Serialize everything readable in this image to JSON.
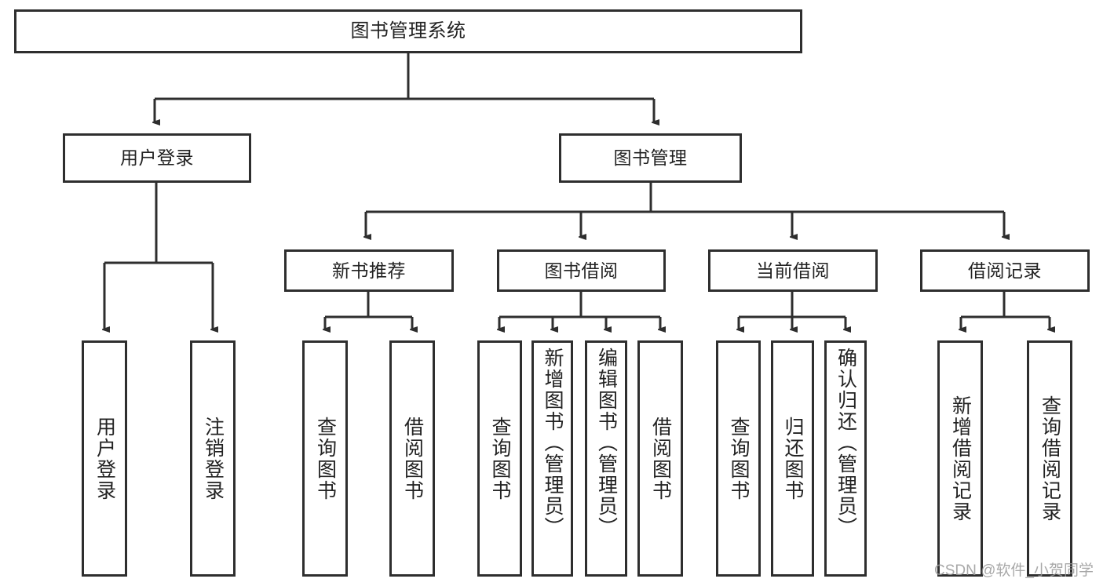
{
  "diagram": {
    "type": "tree",
    "title": "图书管理系统",
    "orientation": "top-down",
    "line_color": "#2e2e2e",
    "box_fill": "#ffffff",
    "text_color": "#222222"
  },
  "root": {
    "label": "图书管理系统"
  },
  "level2": [
    {
      "label": "用户登录"
    },
    {
      "label": "图书管理"
    }
  ],
  "level3": [
    {
      "label": "新书推荐"
    },
    {
      "label": "图书借阅"
    },
    {
      "label": "当前借阅"
    },
    {
      "label": "借阅记录"
    }
  ],
  "leaves": {
    "user_login": [
      {
        "label": "用户登录"
      },
      {
        "label": "注销登录"
      }
    ],
    "new_books": [
      {
        "label": "查询图书"
      },
      {
        "label": "借阅图书"
      }
    ],
    "borrow_books": [
      {
        "label": "查询图书"
      },
      {
        "label": "新增图书（管理员）"
      },
      {
        "label": "编辑图书（管理员）"
      },
      {
        "label": "借阅图书"
      }
    ],
    "current_borrow": [
      {
        "label": "查询图书"
      },
      {
        "label": "归还图书"
      },
      {
        "label": "确认归还（管理员）"
      }
    ],
    "borrow_records": [
      {
        "label": "新增借阅记录"
      },
      {
        "label": "查询借阅记录"
      }
    ]
  },
  "watermark": {
    "text": "CSDN @软件_小贺同学"
  }
}
